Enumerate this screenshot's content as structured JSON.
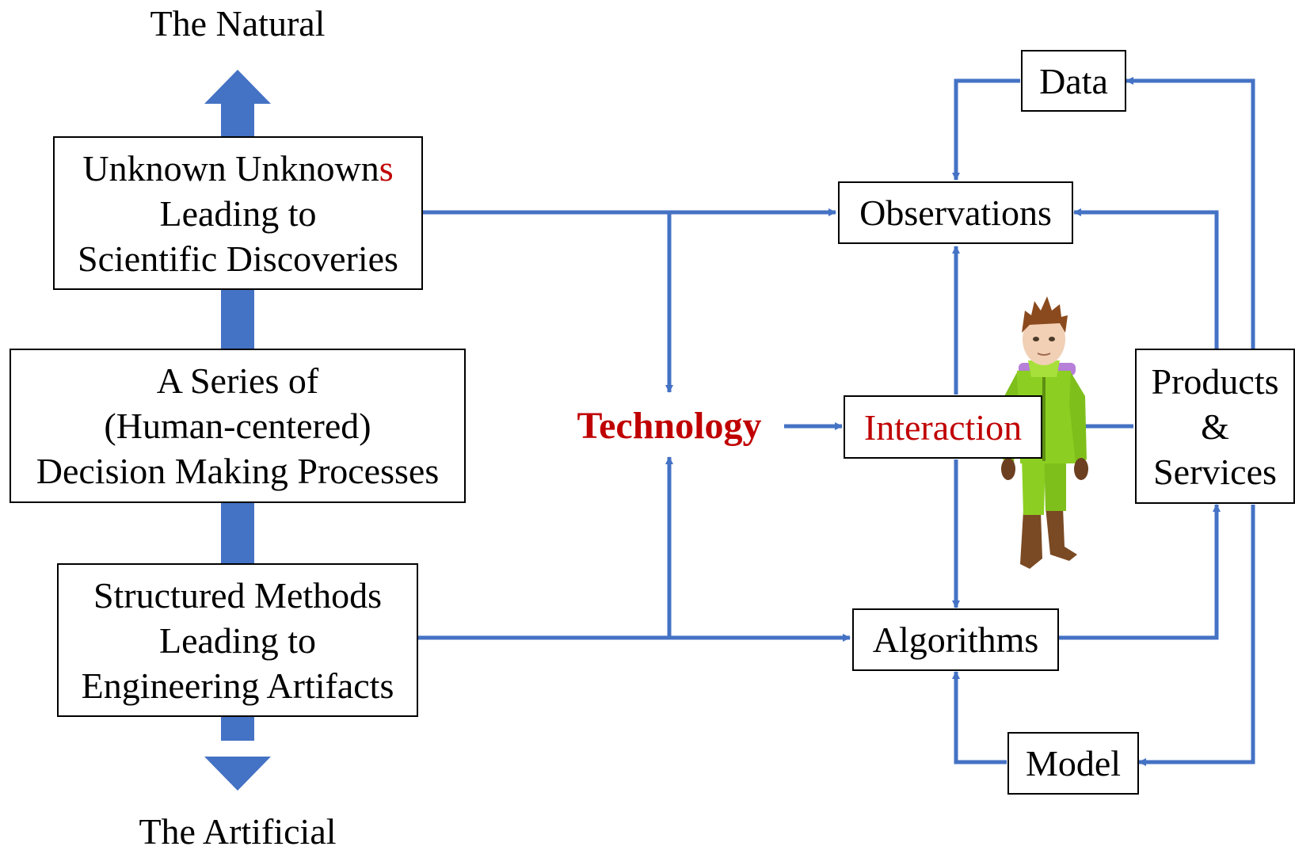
{
  "diagram": {
    "top_label": "The Natural",
    "bottom_label": "The Artificial",
    "left_boxes": {
      "unknown": {
        "line1_main": "Unknown Unknown",
        "line1_accent": "s",
        "line2": "Leading to",
        "line3": "Scientific Discoveries"
      },
      "series": {
        "line1": "A Series of",
        "line2": "(Human-centered)",
        "line3": "Decision Making Processes"
      },
      "structured": {
        "line1": "Structured Methods",
        "line2": "Leading to",
        "line3": "Engineering Artifacts"
      }
    },
    "technology": "Technology",
    "right_boxes": {
      "data": "Data",
      "observations": "Observations",
      "interaction": "Interaction",
      "algorithms": "Algorithms",
      "model": "Model",
      "products": {
        "line1": "Products",
        "line2": "&",
        "line3": "Services"
      }
    }
  },
  "colors": {
    "arrow": "#4472c4",
    "accent": "#c00000",
    "outline": "#000000"
  },
  "icons": [
    "human-avatar-figure"
  ]
}
